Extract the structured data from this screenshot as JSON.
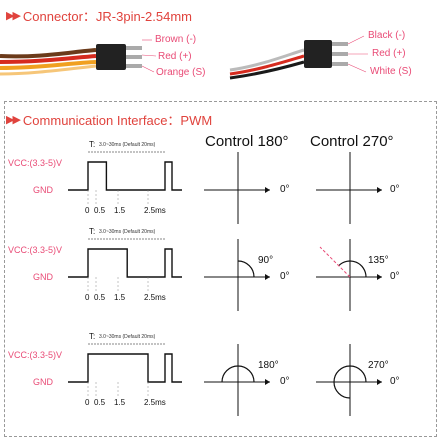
{
  "connector": {
    "title": "Connector：JR-3pin-2.54mm",
    "left_wires": [
      "Brown (-)",
      "Red (+)",
      "Orange (S)"
    ],
    "right_wires": [
      "Black (-)",
      "Red (+)",
      "White (S)"
    ],
    "colors": {
      "brown": "#6b3a1a",
      "red": "#d62b1f",
      "orange": "#f0a020",
      "black": "#1a1a1a",
      "white": "#f2f2f2"
    }
  },
  "interface": {
    "title": "Communication Interface：PWM",
    "col_180": "Control 180°",
    "col_270": "Control 270°",
    "rows": [
      {
        "vcc": "VCC:(3.3-5)V",
        "gnd": "GND",
        "period": "T:",
        "period_note": "3.0~30ms (Default 20ms)",
        "ticks": [
          "0",
          "0.5",
          "1.5",
          "2.5ms"
        ],
        "angle_180": "",
        "angle_270": "",
        "zero": "0°",
        "pulse_ms": 0.5
      },
      {
        "vcc": "VCC:(3.3-5)V",
        "gnd": "GND",
        "period": "T:",
        "period_note": "3.0~30ms (Default 20ms)",
        "ticks": [
          "0",
          "0.5",
          "1.5",
          "2.5ms"
        ],
        "angle_180": "90°",
        "angle_270": "135°",
        "zero": "0°",
        "pulse_ms": 1.5
      },
      {
        "vcc": "VCC:(3.3-5)V",
        "gnd": "GND",
        "period": "T:",
        "period_note": "3.0~30ms (Default 20ms)",
        "ticks": [
          "0",
          "0.5",
          "1.5",
          "2.5ms"
        ],
        "angle_180": "180°",
        "angle_270": "270°",
        "zero": "0°",
        "pulse_ms": 2.5
      }
    ]
  },
  "accent_color": "#e0433d",
  "label_color": "#e94b76"
}
